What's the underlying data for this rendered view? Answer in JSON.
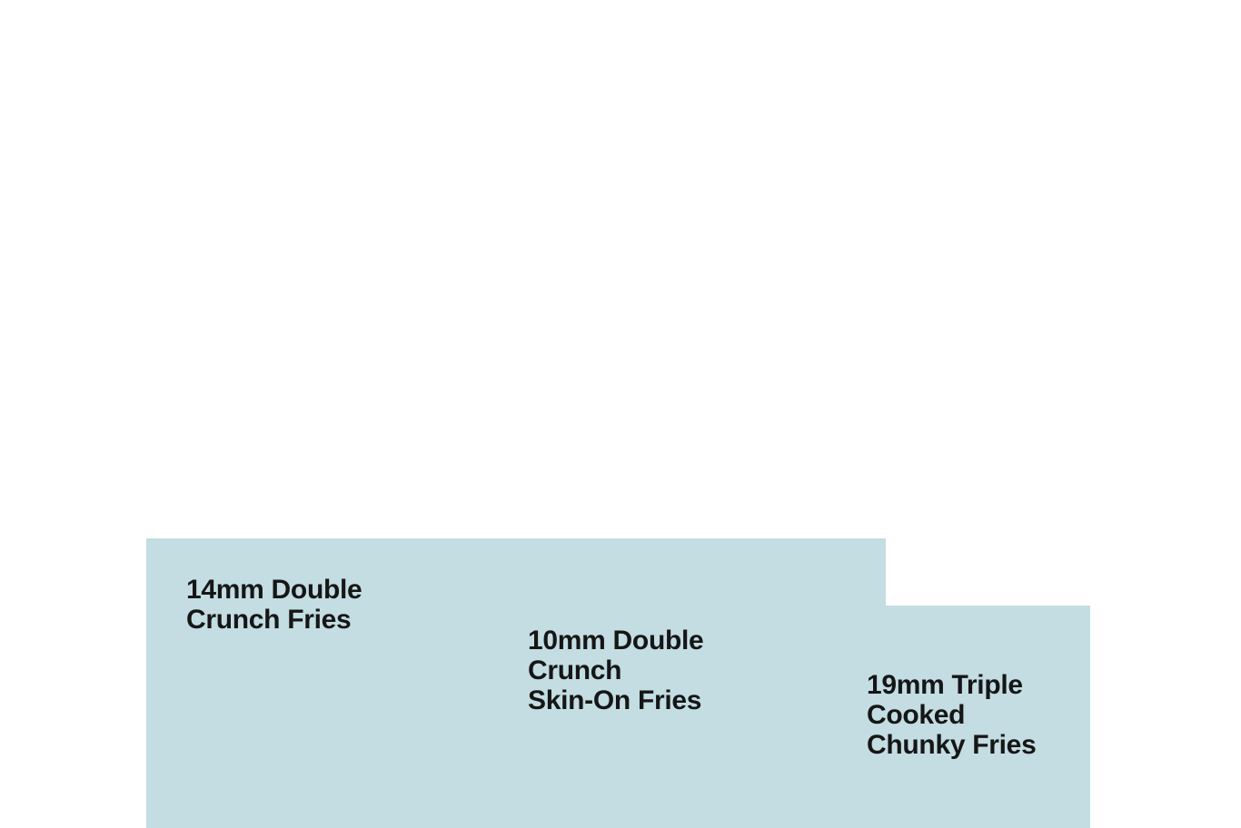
{
  "page": {
    "background_color": "#ffffff"
  },
  "theme": {
    "band_color": "#c3dde2",
    "title_color": "#161616"
  },
  "products": [
    {
      "title": "14mm Double\nCrunch Fries"
    },
    {
      "title": "10mm Double\nCrunch\nSkin-On Fries"
    },
    {
      "title": "19mm Triple\nCooked\nChunky Fries"
    }
  ]
}
